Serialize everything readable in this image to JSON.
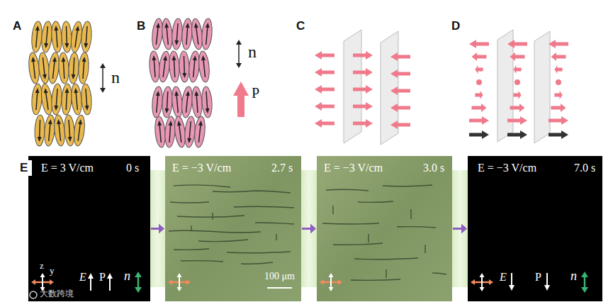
{
  "diagram": {
    "nodes": [
      {
        "text": [
          "E = 3 V/cm",
          "0 s",
          "z",
          "y",
          "E",
          "P",
          "n"
        ]
      },
      {
        "text": [
          "E = −3 V/cm",
          "2.7 s",
          "100 μm"
        ]
      },
      {
        "text": [
          "E = −3 V/cm",
          "3.0 s"
        ]
      },
      {
        "text": [
          "E = −3 V/cm",
          "7.0 s",
          "E",
          "P",
          "n"
        ]
      }
    ],
    "edges": [
      {
        "from": 0,
        "to": 1,
        "arrow": "to"
      },
      {
        "from": 1,
        "to": 2,
        "arrow": "to"
      },
      {
        "from": 2,
        "to": 3,
        "arrow": "to"
      }
    ],
    "labels": [
      "A",
      "B",
      "C",
      "D",
      "E",
      "n",
      "n",
      "P",
      "大数跨境"
    ]
  }
}
